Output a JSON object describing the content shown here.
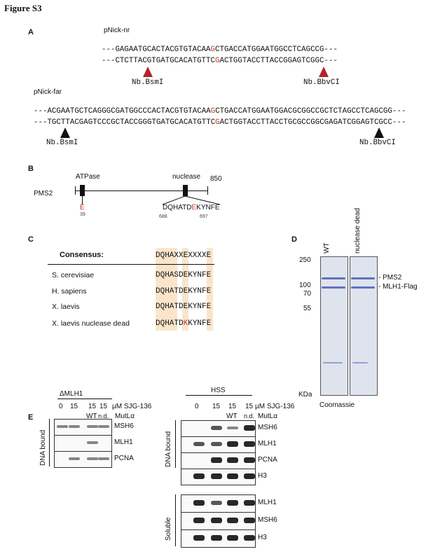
{
  "figure_title": "Figure S3",
  "panels": {
    "a": "A",
    "b": "B",
    "c": "C",
    "d": "D",
    "e": "E"
  },
  "panel_a": {
    "nr": {
      "label": "pNick-nr",
      "top": [
        "---GAGAATGCACTACGTGTACAA",
        "G",
        "CTGACCATGGAATGGCCTCAGCCG---"
      ],
      "bottom": [
        "---CTCTTACGTGATGCACATGTTC",
        "G",
        "ACTGGTACCTTACCGGAGTCGGC---"
      ],
      "enzymes": [
        "Nb.BsmI",
        "Nb.BbvCI"
      ]
    },
    "far": {
      "label": "pNick-far",
      "top": [
        "---ACGAATGCTCAGGGCGATGGCCCACTACGTGTACAA",
        "G",
        "CTGACCATGGAATGGACGCGGCCGCTCTAGCCTCAGCGG---"
      ],
      "bottom": [
        "---TGCTTACGAGTCCCGCTACCGGGTGATGCACATGTTC",
        "G",
        "ACTGGTACCTTACCTGCGCCGGCGAGATCGGAGTCGCC---"
      ],
      "enzymes": [
        "Nb.BsmI",
        "Nb.BbvCI"
      ]
    }
  },
  "panel_b": {
    "protein": "PMS2",
    "atpase": "ATPase",
    "nuclease": "nuclease",
    "length": "850",
    "e_residue": "E",
    "e_pos": "39",
    "motif": [
      "DQHATD",
      "E",
      "KYNFE"
    ],
    "motif_start": "688",
    "motif_end": "697"
  },
  "panel_c": {
    "header": "Consensus:",
    "consensus": "DQHAXXEXXXXE",
    "rows": [
      {
        "species": "S. cerevisiae",
        "seq": [
          "DQHASDEKYNFE",
          ""
        ]
      },
      {
        "species": "H. sapiens",
        "seq": [
          "DQHATDEKYNFE",
          ""
        ]
      },
      {
        "species": "X. laevis",
        "seq": [
          "DQHATDEKYNFE",
          ""
        ]
      },
      {
        "species": "X. laevis nuclease dead",
        "seq": [
          "DQHATD",
          "K",
          "KYNFE"
        ]
      }
    ]
  },
  "panel_d": {
    "lanes": [
      "WT",
      "nuclease dead"
    ],
    "markers": [
      "250",
      "100",
      "70",
      "55"
    ],
    "unit": "KDa",
    "bands": [
      "PMS2",
      "MLH1-Flag"
    ],
    "stain": "Coomassie"
  },
  "panel_e": {
    "left": {
      "title": "ΔMLH1",
      "conc": [
        "0",
        "15",
        "15",
        "15"
      ],
      "conc_unit": "µM SJG-136",
      "mut": [
        "WT",
        "n.d."
      ],
      "mut_label": "MutLα",
      "group": "DNA bound",
      "rows": [
        "MSH6",
        "MLH1",
        "PCNA"
      ]
    },
    "right": {
      "title": "HSS",
      "conc": [
        "0",
        "15",
        "15",
        "15"
      ],
      "conc_unit": "µM SJG-136",
      "mut": [
        "WT",
        "n.d."
      ],
      "mut_label": "MutLα",
      "group1": "DNA bound",
      "rows1": [
        "MSH6",
        "MLH1",
        "PCNA",
        "H3"
      ],
      "group2": "Soluble",
      "rows2": [
        "MLH1",
        "MSH6",
        "H3"
      ]
    }
  }
}
